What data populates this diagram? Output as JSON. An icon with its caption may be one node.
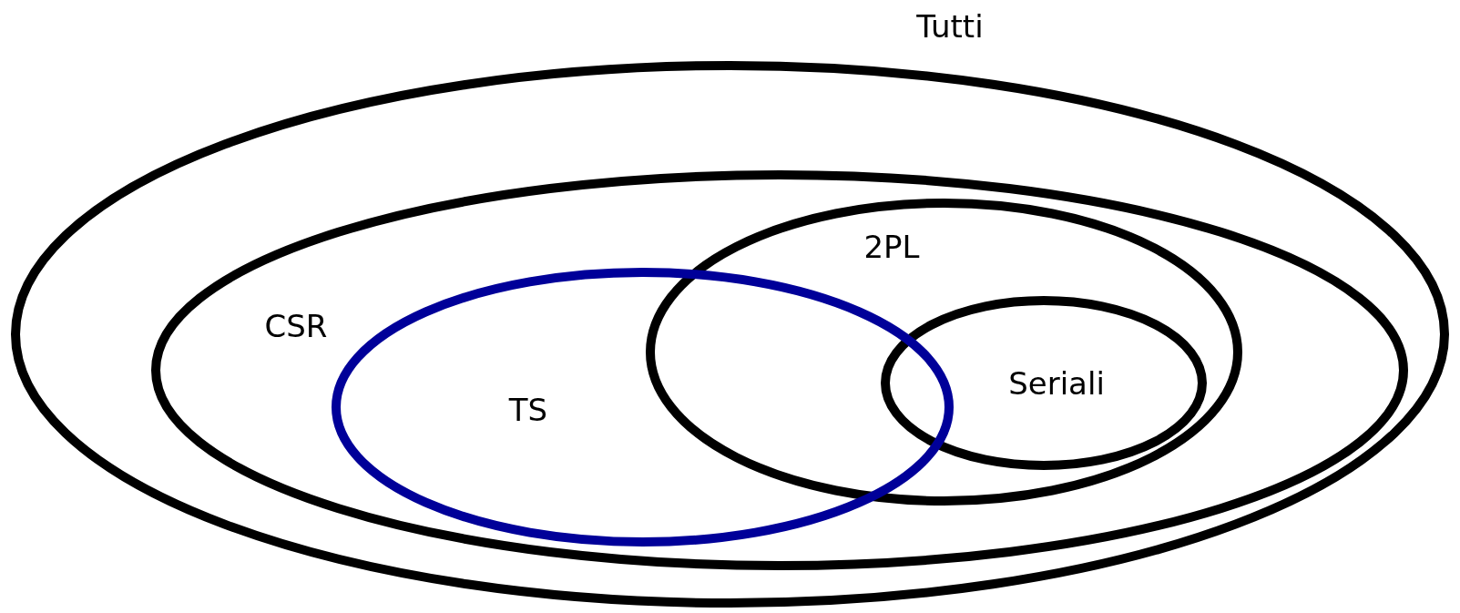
{
  "diagram": {
    "nodes": [
      {
        "text": [
          "Tutti"
        ]
      },
      {
        "text": [
          "CSR"
        ],
        "in": 0
      },
      {
        "text": [
          "2PL"
        ],
        "in": 1
      },
      {
        "text": [
          "TS"
        ],
        "in": 1
      },
      {
        "text": [
          "Seriali"
        ],
        "in": 2
      }
    ]
  }
}
